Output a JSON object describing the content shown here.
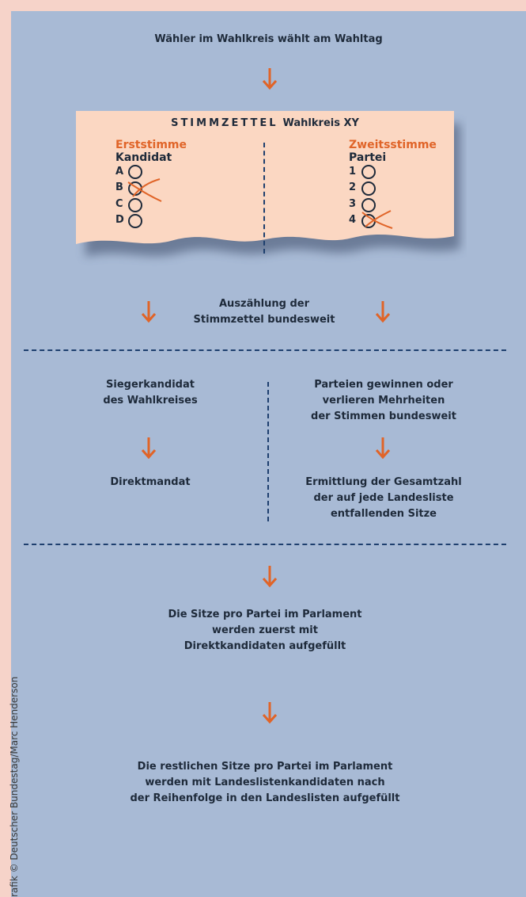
{
  "credit": "rafik © Deutscher Bundestag/Marc Henderson",
  "colors": {
    "accent": "#e06428",
    "dash": "#1e3f6e",
    "panel": "#a8bad5",
    "paper": "#fbd7c2",
    "border": "#f6d3c9"
  },
  "step1": "Wähler im Wahlkreis wählt am Wahltag",
  "ballot": {
    "title_spaced": "STIMMZETTEL",
    "title_rest": "Wahlkreis XY",
    "left": {
      "heading": "Erststimme",
      "subheading": "Kandidat",
      "options": [
        "A",
        "B",
        "C",
        "D"
      ],
      "marked": "B"
    },
    "right": {
      "heading": "Zweitsstimme",
      "subheading": "Partei",
      "options": [
        "1",
        "2",
        "3",
        "4"
      ],
      "marked": "4"
    }
  },
  "count": {
    "line1": "Auszählung der",
    "line2": "Stimmzettel bundesweit"
  },
  "left_col": {
    "winner_l1": "Siegerkandidat",
    "winner_l2": "des Wahlkreises",
    "direct": "Direktmandat"
  },
  "right_col": {
    "parties_l1": "Parteien gewinnen oder",
    "parties_l2": "verlieren Mehrheiten",
    "parties_l3": "der Stimmen bundesweit",
    "total_l1": "Ermittlung der Gesamtzahl",
    "total_l2": "der auf jede Landesliste",
    "total_l3": "entfallenden Sitze"
  },
  "seats": {
    "l1": "Die Sitze pro Partei im Parlament",
    "l2": "werden zuerst mit",
    "l3": "Direktkandidaten aufgefüllt"
  },
  "rest": {
    "l1": "Die restlichen Sitze pro Partei im Parlament",
    "l2": "werden mit Landeslistenkandidaten nach",
    "l3": "der Reihenfolge in den Landeslisten aufgefüllt"
  }
}
